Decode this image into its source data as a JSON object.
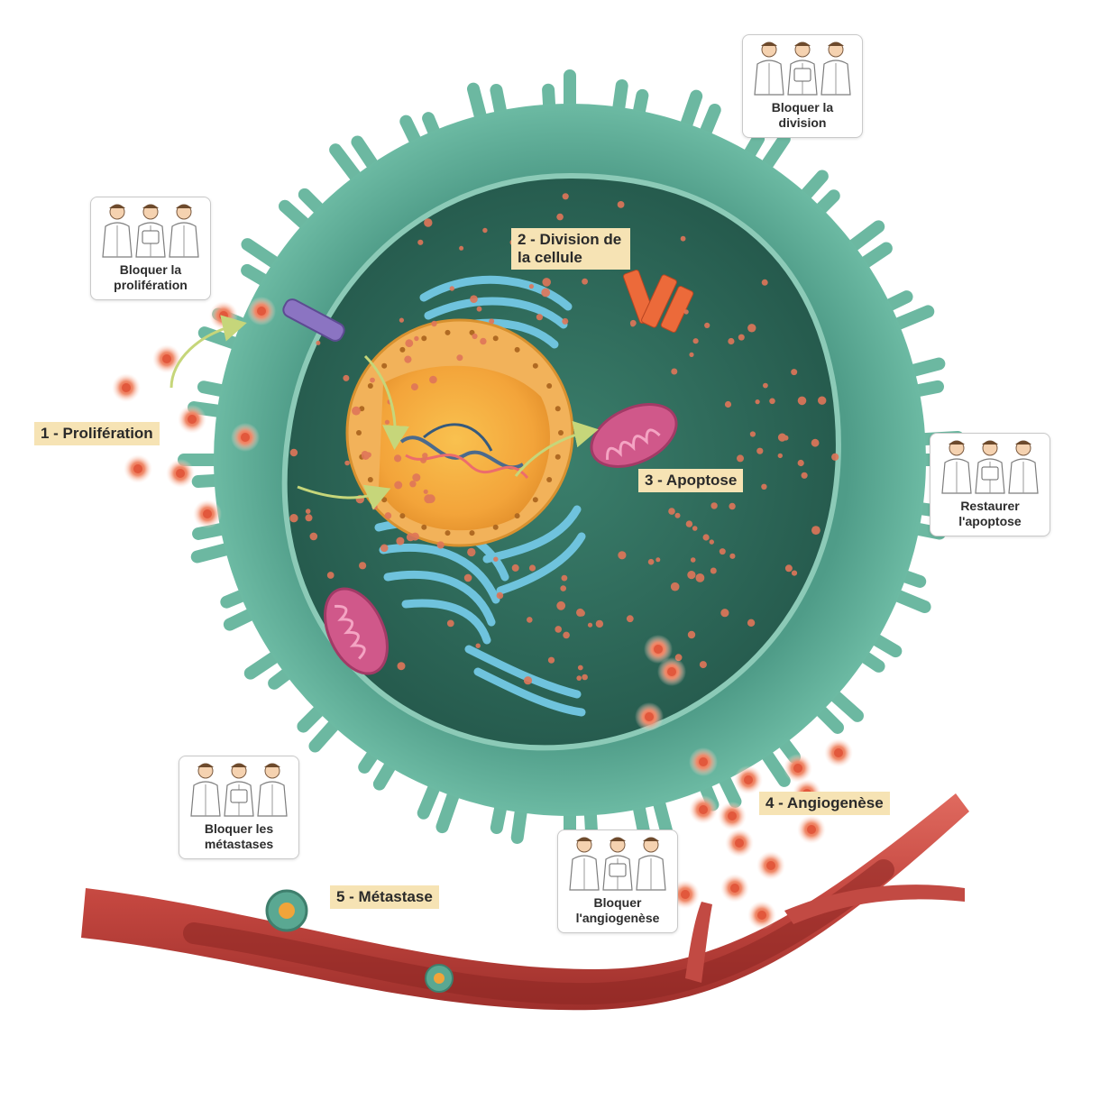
{
  "steps": {
    "proliferation": "1 - Prolifération",
    "division": "2 - Division de la cellule",
    "apoptose": "3 - Apoptose",
    "angiogenese": "4 - Angiogenèse",
    "metastase": "5 - Métastase"
  },
  "therapies": {
    "proliferation": "Bloquer la prolifération",
    "division": "Bloquer la division",
    "apoptose": "Restaurer l'apoptose",
    "angiogenese": "Bloquer l'angiogenèse",
    "metastases": "Bloquer les métastases"
  },
  "colors": {
    "cell_outer": "#5fae98",
    "cell_inner": "#2f6f5e",
    "nucleus": "#f0a43a",
    "er": "#6fc3dd",
    "mitochondria": "#d0588a",
    "vessel": "#c24a43",
    "growth_factor": "#ef8566",
    "label_bg": "#f6e3b4",
    "arrow": "#c6d67a"
  },
  "icons": {
    "therapy_team": "three-scientists-icon",
    "arrow": "curved-arrow-icon"
  }
}
